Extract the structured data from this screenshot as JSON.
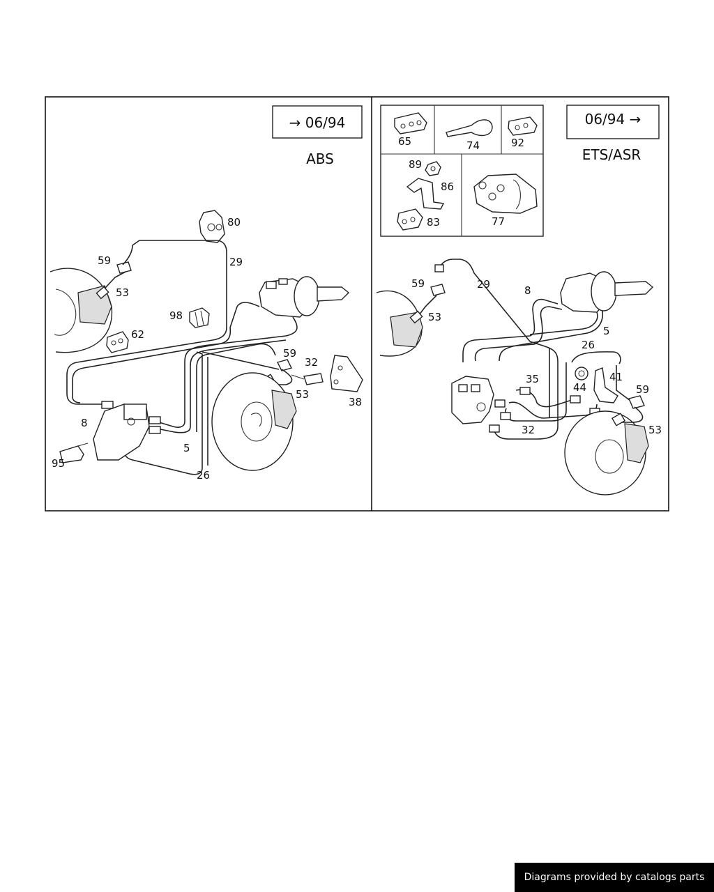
{
  "left_panel": {
    "date_tag": "→ 06/94",
    "system_label": "ABS",
    "callouts": {
      "c80": "80",
      "c29": "29",
      "c59a": "59",
      "c53a": "53",
      "c98": "98",
      "c62": "62",
      "c59b": "59",
      "c32": "32",
      "c53b": "53",
      "c38": "38",
      "c8": "8",
      "c5": "5",
      "c26": "26",
      "c95": "95"
    }
  },
  "right_panel": {
    "date_tag": "06/94 →",
    "system_label": "ETS/ASR",
    "inset": {
      "c65": "65",
      "c74": "74",
      "c92": "92",
      "c89": "89",
      "c86": "86",
      "c83": "83",
      "c77": "77"
    },
    "callouts": {
      "c59a": "59",
      "c29": "29",
      "c8": "8",
      "c53a": "53",
      "c5": "5",
      "c26": "26",
      "c35": "35",
      "c44": "44",
      "c41": "41",
      "c59b": "59",
      "c32": "32",
      "c53b": "53"
    }
  },
  "footer": {
    "text": "Diagrams provided by catalogs parts"
  },
  "colors": {
    "line": "#222222",
    "footer_bg": "#000000",
    "footer_text": "#ffffff"
  }
}
